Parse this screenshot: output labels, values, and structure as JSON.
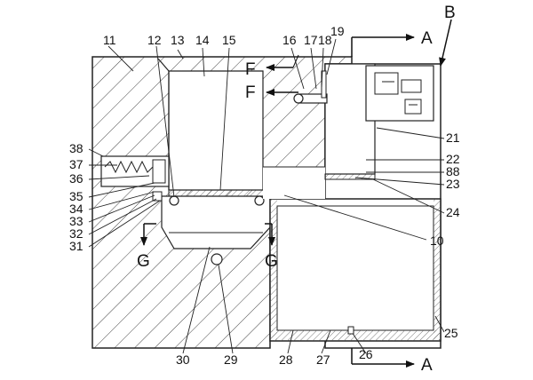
{
  "diagram": {
    "colors": {
      "line": "#222222",
      "background": "#ffffff"
    },
    "section_markers": {
      "a_top": "A",
      "a_bottom": "A",
      "b": "B"
    },
    "arrow_markers": {
      "f_upper": "F",
      "f_lower": "F",
      "g_left": "G",
      "g_right": "G"
    },
    "part_labels": {
      "l10": "10",
      "l11": "11",
      "l12": "12",
      "l13": "13",
      "l14": "14",
      "l15": "15",
      "l16": "16",
      "l17": "17",
      "l18": "18",
      "l19": "19",
      "l21": "21",
      "l22": "22",
      "l23": "23",
      "l24": "24",
      "l25": "25",
      "l26": "26",
      "l27": "27",
      "l28": "28",
      "l29": "29",
      "l30": "30",
      "l31": "31",
      "l32": "32",
      "l33": "33",
      "l34": "34",
      "l35": "35",
      "l36": "36",
      "l37": "37",
      "l38": "38",
      "l88": "88"
    }
  }
}
